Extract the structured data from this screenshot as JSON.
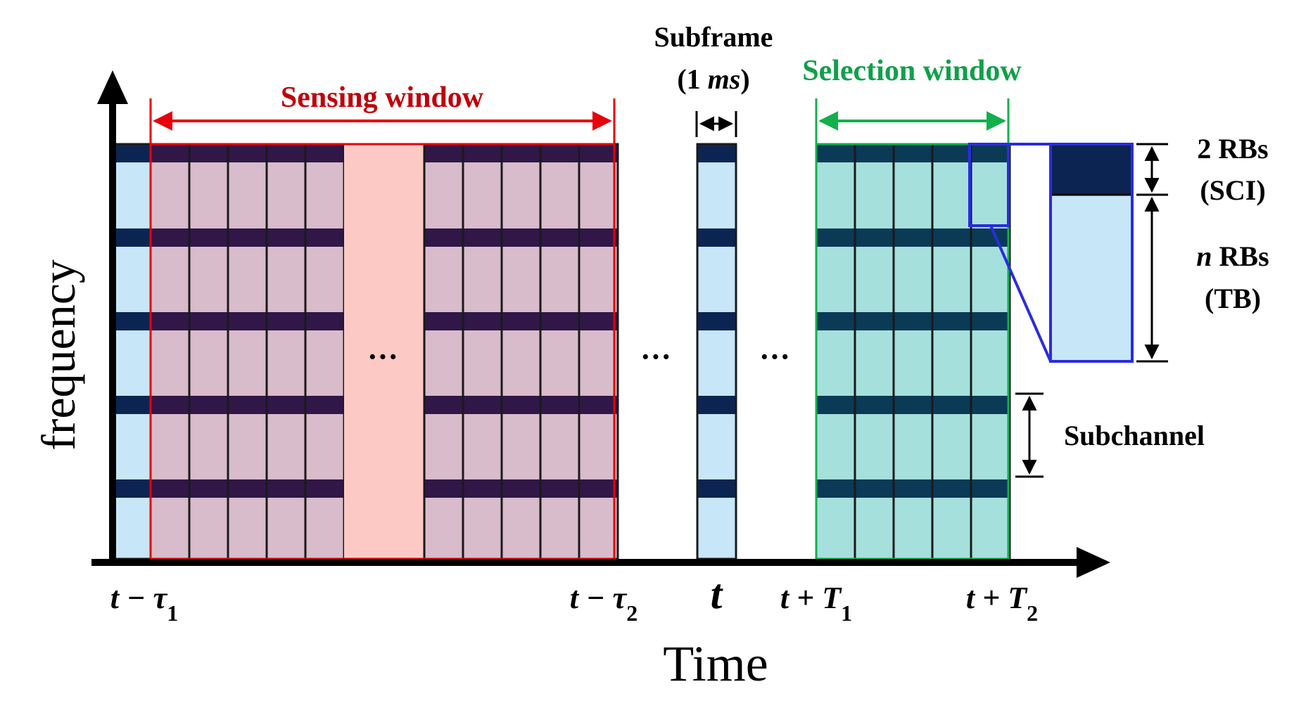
{
  "colors": {
    "sci": "#0c2452",
    "sensing_sci": "#301748",
    "selection_sci": "#0b3a56",
    "tb": "#c7e6f7",
    "sensing_tb": "#d8bccb",
    "selection_tb": "#a6e0dc",
    "gap": "#fdc9c4",
    "sensing": "#e8000a",
    "selection": "#12b04c",
    "zoom": "#2a2ce0",
    "sensing_label": "#c0000a",
    "selection_label": "#10a04a",
    "ink": "#000000"
  },
  "labels": {
    "sensing_window": "Sensing window",
    "selection_window": "Selection window",
    "subframe_title": "Subframe",
    "subframe_duration_open": "(1 ",
    "subframe_duration_unit": "ms",
    "subframe_duration_close": ")",
    "rbs_sci_count": "2 RBs",
    "rbs_sci_name": "(SCI)",
    "rbs_tb_n": "n",
    "rbs_tb_count": " RBs",
    "rbs_tb_name": "(TB)",
    "subchannel": "Subchannel",
    "frequency_axis": "frequency",
    "time_axis": "Time",
    "ellipsis": "···"
  },
  "time_marks": [
    {
      "id": "t-minus-tau1",
      "base": "t − τ",
      "sub": "1"
    },
    {
      "id": "t-minus-tau2",
      "base": "t − τ",
      "sub": "2"
    },
    {
      "id": "t",
      "base": "t",
      "sub": ""
    },
    {
      "id": "t-plus-T1",
      "base": "t + T",
      "sub": "1"
    },
    {
      "id": "t-plus-T2",
      "base": "t + T",
      "sub": "2"
    }
  ]
}
